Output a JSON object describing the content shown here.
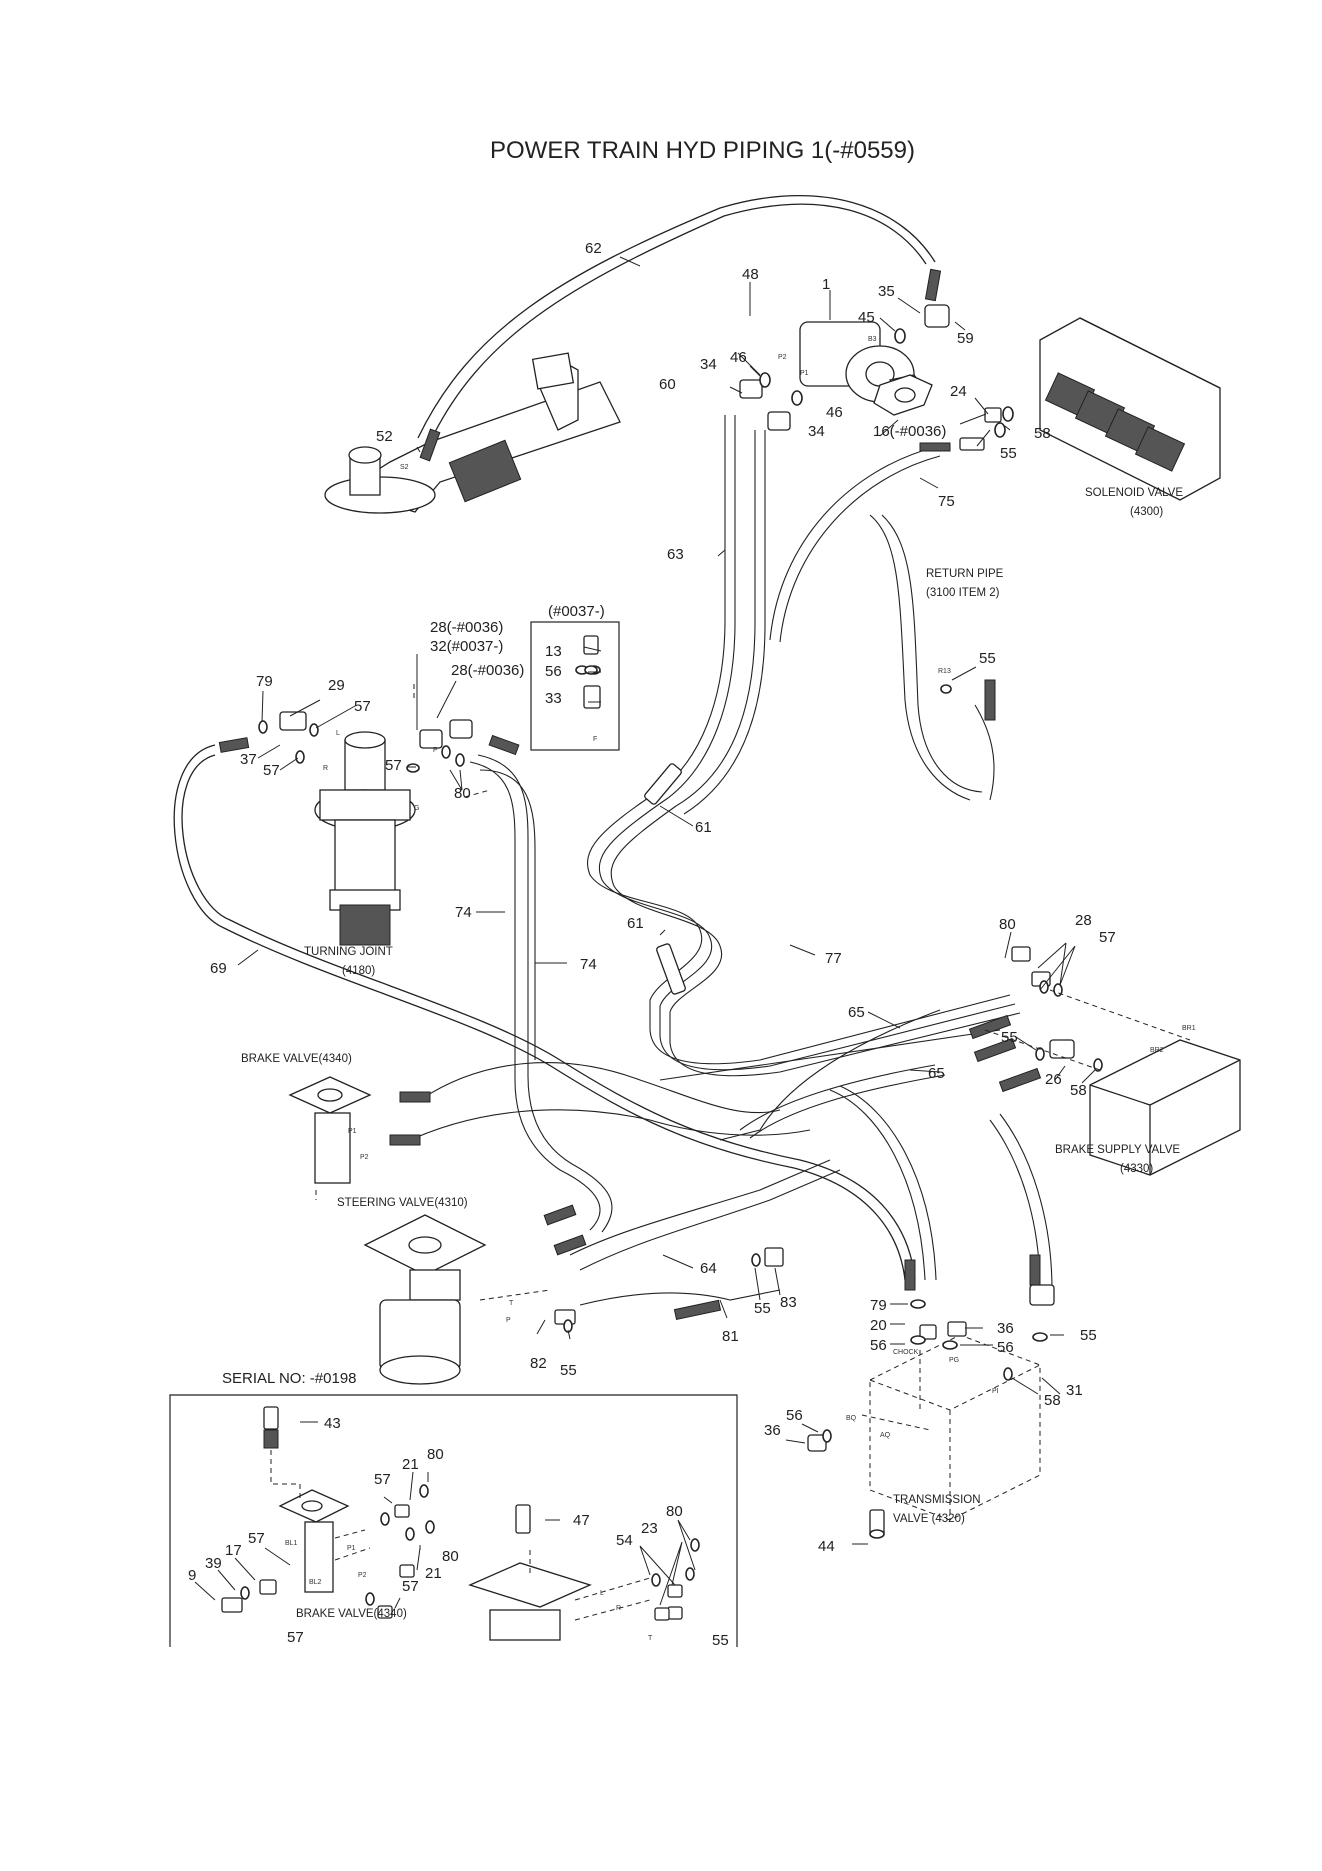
{
  "title": "POWER TRAIN HYD PIPING 1(-#0559)",
  "callouts": {
    "c62": "62",
    "c48": "48",
    "c1": "1",
    "c35": "35",
    "c45": "45",
    "c59": "59",
    "c46a": "46",
    "c34a": "34",
    "c60": "60",
    "c46b": "46",
    "c34b": "34",
    "c16": "16(-#0036)",
    "c24": "24",
    "c58a": "58",
    "c55a": "55",
    "c52": "52",
    "c75": "75",
    "c63": "63",
    "c55b": "55",
    "c13": "13",
    "c56a": "56",
    "c33": "33",
    "c28a": "28(-#0036)",
    "c32": "32(#0037-)",
    "c28b": "28(-#0036)",
    "c79a": "79",
    "c29": "29",
    "c57a": "57",
    "c37": "37",
    "c57b": "57",
    "c57c": "57",
    "c80a": "80",
    "c61a": "61",
    "c74a": "74",
    "c74b": "74",
    "c61b": "61",
    "c69": "69",
    "c77": "77",
    "c80b": "80",
    "c28c": "28",
    "c57d": "57",
    "c65a": "65",
    "c65b": "65",
    "c55c": "55",
    "c26": "26",
    "c58b": "58",
    "c64": "64",
    "c83": "83",
    "c55d": "55",
    "c81": "81",
    "c82": "82",
    "c55e": "55",
    "c79b": "79",
    "c20": "20",
    "c56b": "56",
    "c36a": "36",
    "c56c": "56",
    "c55f": "55",
    "c31": "31",
    "c58c": "58",
    "c56d": "56",
    "c36b": "36",
    "c44": "44",
    "c43": "43",
    "c57e": "57",
    "c21a": "21",
    "c80c": "80",
    "c57f": "57",
    "c17": "17",
    "c39": "39",
    "c9": "9",
    "c80d": "80",
    "c21b": "21",
    "c57g": "57",
    "c57h": "57",
    "c47": "47",
    "c80e": "80",
    "c23": "23",
    "c54": "54",
    "c55g": "55"
  },
  "captions": {
    "solenoid_valve": "SOLENOID VALVE",
    "solenoid_valve_no": "(4300)",
    "return_pipe": "RETURN PIPE",
    "return_pipe_ref": "(3100 ITEM 2)",
    "variant_box": "(#0037-)",
    "turning_joint": "TURNING JOINT",
    "turning_joint_no": "(4180)",
    "brake_valve": "BRAKE VALVE(4340)",
    "steering_valve": "STEERING VALVE(4310)",
    "brake_supply_valve": "BRAKE SUPPLY VALVE",
    "brake_supply_valve_no": "(4330)",
    "transmission_valve": "TRANSMISSION",
    "transmission_valve_no": "VALVE (4320)",
    "serial_no": "SERIAL NO: -#0198",
    "brake_valve_inset": "BRAKE VALVE(4340)"
  },
  "port_labels": {
    "p_p2a": "P2",
    "p_p1a": "P1",
    "p_b3": "B3",
    "p_s2": "S2",
    "p_r13": "R13",
    "p_f": "F",
    "p_l": "L",
    "p_r": "R",
    "p_g": "G",
    "p_p": "P",
    "p_p1b": "P1",
    "p_p2b": "P2",
    "p_t": "T",
    "p_pc": "P",
    "p_br1": "BR1",
    "p_br2": "BR2",
    "p_choke": "CHOCK",
    "p_pg": "PG",
    "p_pi": "PI",
    "p_bq": "BQ",
    "p_aq": "AQ",
    "p_bl1": "BL1",
    "p_bl2": "BL2",
    "p_i_p1": "P1",
    "p_i_p2": "P2",
    "p_i_l": "L",
    "p_i_r": "R",
    "p_i_t": "T"
  }
}
